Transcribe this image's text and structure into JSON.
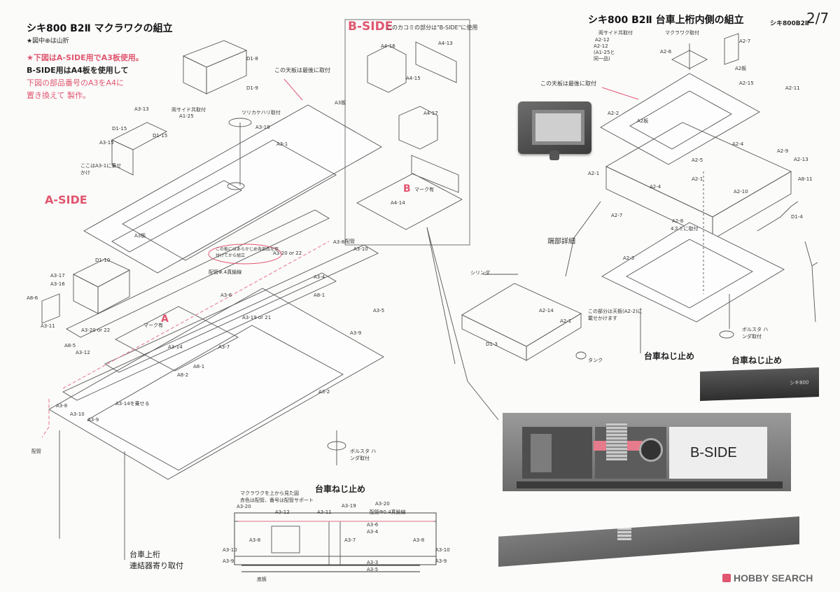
{
  "left": {
    "title": "シキ800 B2Ⅱ マクラワクの組立",
    "legend": "★図中⊕は山折",
    "note1": "★下図はA-SIDE用でA3板使用。",
    "note2": "B-SIDE用はA4板を使用して",
    "note3": "下図の部品番号のA3をA4に",
    "note4": "置き換えて 製作。",
    "side_label": "A-SIDE",
    "top_plate_note": "この天板は最後に取付",
    "both_side_common": "両サイド共取付",
    "hinge": "ツリカケハリ取付",
    "side_note": "ここはA3-1に乗せかけ",
    "pre_note": "この板にはあらかじめ各部品を取付けてから組立",
    "pipe": "配管",
    "pipe_wire": "配管Φ.4真鍮線",
    "a3_14_note": "A3-14を乗せる",
    "mark": "マーク有",
    "bolster": "ボルスタ ハンダ取付",
    "bogie_screw": "台車ねじ止め",
    "bogie_upper": "台車上桁",
    "coupler": "連結器寄り取付",
    "inset_caption1": "マクラワクを上から見た図",
    "inset_caption2": "赤色は配管、番号は配管サポート",
    "inset_pipe": "配管Φ0.4真鍮線",
    "inset_bottom": "底板"
  },
  "bside": {
    "title": "B-SIDE",
    "subtitle": "このカコミの部分は\"B-SIDE\"に使用",
    "mark": "マーク有"
  },
  "right": {
    "title": "シキ800 B2Ⅱ 台車上桁内側の組立",
    "page_code": "シキ800B2Ⅱ",
    "page_num": "2/7",
    "both_side_common": "両サイド共取付",
    "a2_12_note": "A2-12 (A1-25と同一品)",
    "bogie_beam": "マクラワク取付",
    "top_plate_note": "この天板は最後に取付",
    "a2_plate": "A2板",
    "end_detail": "端部詳細",
    "cylinder": "シリンダ",
    "tank": "タンク",
    "on_plate_note": "この部分は天板(A2-2)に載せかけます",
    "four_corner": "4スミに取付",
    "bolster": "ボルスタ ハンダ取付",
    "bogie_screw_a": "台車ねじ止め",
    "bogie_screw_b": "台車ねじ止め"
  },
  "photo": {
    "label": "B-SIDE",
    "badge": "シキ800"
  },
  "watermark": {
    "brand": "HOBBY SEARCH"
  },
  "parts": {
    "d1_8": "D1-8",
    "d1_9": "D1-9",
    "a3_13": "A3-13",
    "d1_15a": "D1-15",
    "d1_15b": "D1-15",
    "a3_15": "A3-15",
    "a1_25": "A1-25",
    "a3_18": "A3-18",
    "a3_1": "A3-1",
    "a3_plate": "A3板",
    "a3_plate2": "A3板",
    "d1_10": "D1-10",
    "a3_17": "A3-17",
    "a3_16": "A3-16",
    "a8_6": "A8-6",
    "a3_11": "A3-11",
    "a8_5": "A8-5",
    "a3_12": "A3-12",
    "a3_20or22a": "A3-20 or 22",
    "a3_20or22b": "A3-20 or 22",
    "a3_8": "A3-8",
    "a3_10": "A3-10",
    "a3_6": "A3-6",
    "a3_4": "A3-4",
    "a8_1a": "A8-1",
    "a8_1b": "A8-1",
    "a8_2": "A8-2",
    "a3_14": "A3-14",
    "a3_7": "A3-7",
    "a3_19or21": "A3-19 or 21",
    "a3_5": "A3-5",
    "a3_9": "A3-9",
    "a3_2": "A3-2",
    "a3_3": "A3-3",
    "a3_8b": "A3-8",
    "a3_10b": "A3-10",
    "a3_9b": "A3-9",
    "a4_16": "A4-16",
    "a4_13": "A4-13",
    "a4_15": "A4-15",
    "a4_17": "A4-17",
    "a4_14": "A4-14",
    "i_a3_20a": "A3-20",
    "i_a3_12": "A3-12",
    "i_a3_11": "A3-11",
    "i_a3_19": "A3-19",
    "i_a3_20b": "A3-20",
    "i_a3_6": "A3-6",
    "i_a3_4": "A3-4",
    "i_a3_8a": "A3-8",
    "i_a3_7": "A3-7",
    "i_a3_8b": "A3-8",
    "i_a3_10a": "A3-10",
    "i_a3_10b": "A3-10",
    "i_a3_9a": "A3-9",
    "i_a3_9b": "A3-9",
    "i_a3_3": "A3-3",
    "i_a3_5": "A3-5",
    "a2_7": "A2-7",
    "a2_6": "A2-6",
    "a2_2": "A2-2",
    "a2_plate2": "A2板",
    "a2_15": "A2-15",
    "a2_11": "A2-11",
    "a2_4a": "A2-4",
    "a2_4b": "A2-4",
    "a2_9": "A2-9",
    "a2_13": "A2-13",
    "a2_5": "A2-5",
    "a2_1a": "A2-1",
    "a2_1b": "A2-1",
    "a2_1c": "A2-1",
    "a2_10": "A2-10",
    "a8_11": "A8-11",
    "a2_7b": "A2-7",
    "a2_8": "A2-8",
    "d1_4": "D1-4",
    "a2_3": "A2-3",
    "a2_14": "A2-14",
    "d1_3": "D1-3",
    "a2_12": "A2-12"
  }
}
